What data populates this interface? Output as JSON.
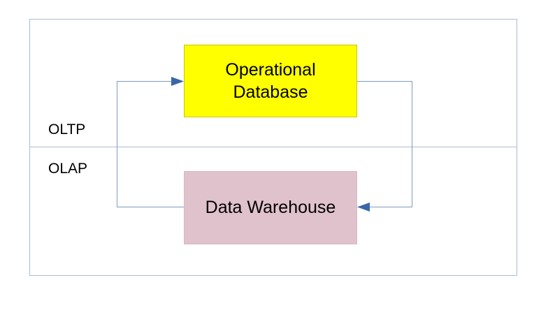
{
  "regions": {
    "top_label": "OLTP",
    "bottom_label": "OLAP"
  },
  "nodes": {
    "operational_db": {
      "label": "Operational\nDatabase",
      "fill": "#ffff00",
      "border": "#c8c800"
    },
    "data_warehouse": {
      "label": "Data Warehouse",
      "fill": "#e0c2cc",
      "border": "#d8b8c4"
    }
  },
  "colors": {
    "frame_line": "#a9bdd4",
    "connector": "#7f9bbf",
    "arrowhead": "#3a66a8"
  },
  "edges": [
    {
      "from": "data_warehouse",
      "to": "operational_db"
    },
    {
      "from": "operational_db",
      "to": "data_warehouse"
    }
  ]
}
